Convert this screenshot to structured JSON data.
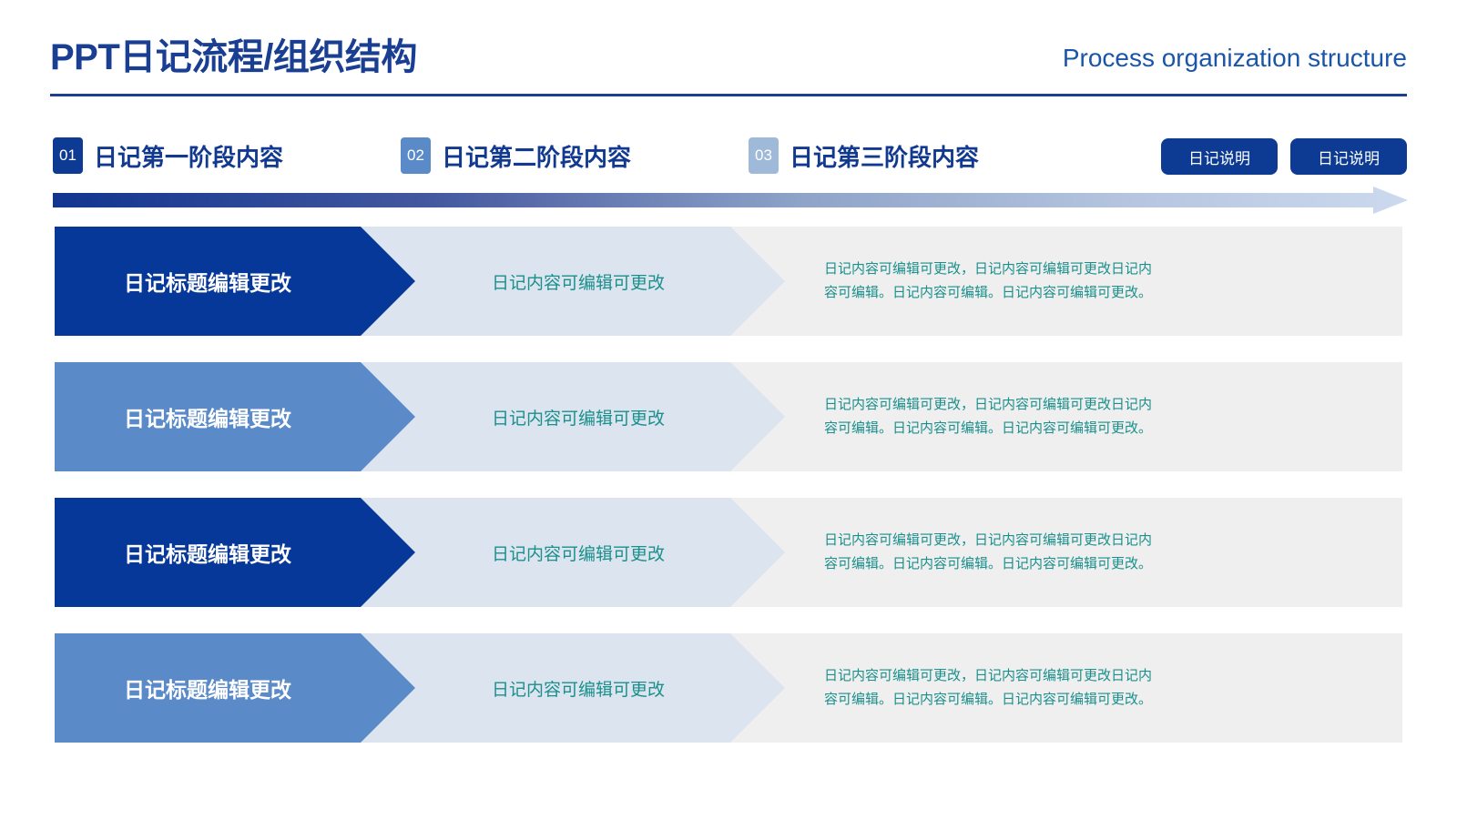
{
  "header": {
    "title": "PPT日记流程/组织结构",
    "subtitle": "Process organization structure"
  },
  "stages": [
    {
      "number": "01",
      "label": "日记第一阶段内容",
      "badge_color": "#0d3b94"
    },
    {
      "number": "02",
      "label": "日记第二阶段内容",
      "badge_color": "#5b8ac9"
    },
    {
      "number": "03",
      "label": "日记第三阶段内容",
      "badge_color": "#9fb9d8"
    }
  ],
  "buttons": [
    {
      "label": "日记说明"
    },
    {
      "label": "日记说明"
    }
  ],
  "arrow": {
    "gradient_from": "#12358f",
    "gradient_to": "#ccd9ee"
  },
  "colors": {
    "title": "#1a3f92",
    "subtitle": "#1a55a8",
    "rule": "#1a3f92",
    "row_dark": "#06389a",
    "row_light": "#5b8ac9",
    "band_middle": "#dce4f0",
    "band_right": "#efefef",
    "body_text": "#1a8f8b",
    "button": "#0d3b94"
  },
  "rows": [
    {
      "title": "日记标题编辑更改",
      "tone": "dark",
      "summary": "日记内容可编辑可更改",
      "detail_line1": "日记内容可编辑可更改，日记内容可编辑可更改日记内",
      "detail_line2": "容可编辑。日记内容可编辑。日记内容可编辑可更改。"
    },
    {
      "title": "日记标题编辑更改",
      "tone": "light",
      "summary": "日记内容可编辑可更改",
      "detail_line1": "日记内容可编辑可更改，日记内容可编辑可更改日记内",
      "detail_line2": "容可编辑。日记内容可编辑。日记内容可编辑可更改。"
    },
    {
      "title": "日记标题编辑更改",
      "tone": "dark",
      "summary": "日记内容可编辑可更改",
      "detail_line1": "日记内容可编辑可更改，日记内容可编辑可更改日记内",
      "detail_line2": "容可编辑。日记内容可编辑。日记内容可编辑可更改。"
    },
    {
      "title": "日记标题编辑更改",
      "tone": "light",
      "summary": "日记内容可编辑可更改",
      "detail_line1": "日记内容可编辑可更改，日记内容可编辑可更改日记内",
      "detail_line2": "容可编辑。日记内容可编辑。日记内容可编辑可更改。"
    }
  ]
}
